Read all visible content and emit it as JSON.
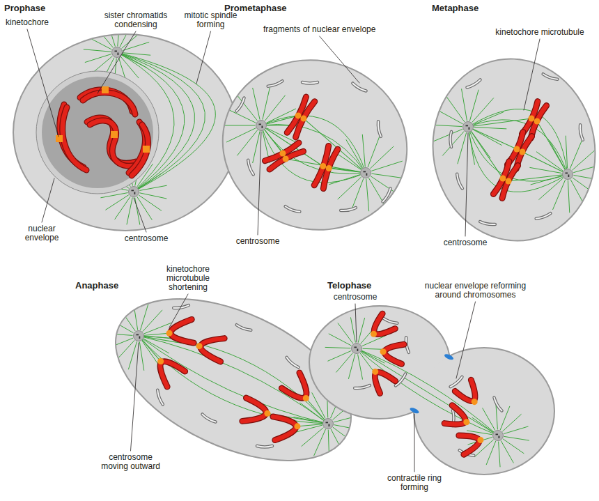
{
  "diagram": {
    "labels": [
      "Prophase",
      "kinetochore",
      "sister chromatids condensing",
      "mitotic spindle forming",
      "nuclear envelope",
      "centrosome",
      "Prometaphase",
      "fragments of nuclear envelope",
      "centrosome",
      "Metaphase",
      "kinetochore microtubule",
      "centrosome",
      "Anaphase",
      "kinetochore microtubule shortening",
      "centrosome moving outward",
      "Telophase",
      "centrosome",
      "nuclear envelope reforming around chromosomes",
      "contractile ring forming"
    ]
  }
}
